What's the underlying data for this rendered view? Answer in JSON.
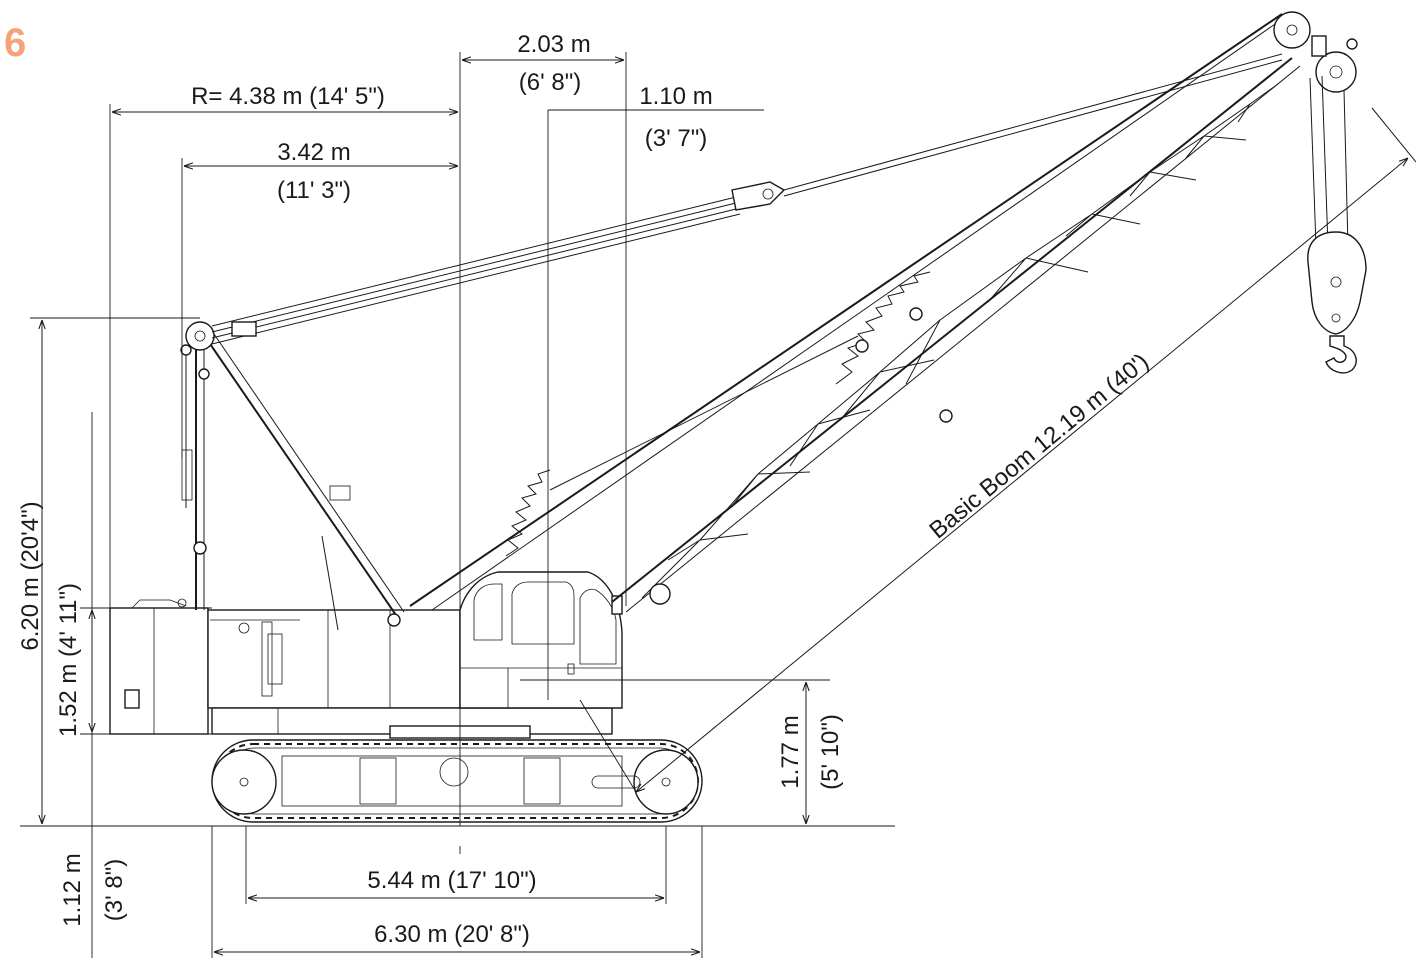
{
  "page_number": "6",
  "dimensions": {
    "radius": "R= 4.38 m (14' 5\")",
    "d_342_m": "3.42 m",
    "d_342_ft": "(11' 3\")",
    "d_203_m": "2.03 m",
    "d_203_ft": "(6' 8\")",
    "d_110_m": "1.10 m",
    "d_110_ft": "(3' 7\")",
    "height_total": "6.20 m (20'4\")",
    "height_152": "1.52 m (4' 11\")",
    "height_112_m": "1.12 m",
    "height_112_ft": "(3' 8\")",
    "height_177_m": "1.77 m",
    "height_177_ft": "(5' 10\")",
    "track_544": "5.44 m (17' 10\")",
    "track_630": "6.30 m (20' 8\")",
    "boom_length": "Basic Boom 12.19 m (40')"
  },
  "accent_color": "#f4a27a"
}
